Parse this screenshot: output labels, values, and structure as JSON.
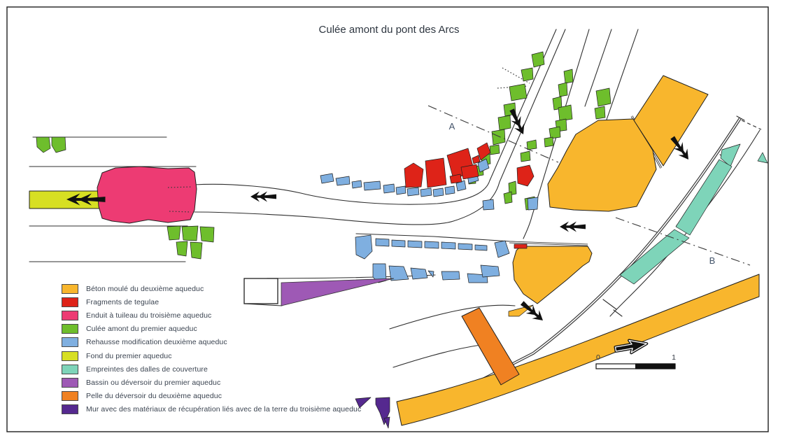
{
  "figure": {
    "title": "Culée amont du pont des Arcs",
    "type_note": "archaeological plan drawing"
  },
  "section_labels": {
    "a": "A",
    "b": "B"
  },
  "scale_bar": {
    "start": "0",
    "end": "1"
  },
  "icons": {
    "flow_arrow": "double-chevron-flow-arrow",
    "north_arrow": "block-north-arrow"
  },
  "legend": {
    "items": [
      {
        "label": "Béton moulé du deuxième aqueduc",
        "color": "#F8B62D"
      },
      {
        "label": "Fragments de tegulae",
        "color": "#DE2318"
      },
      {
        "label": "Enduit à tuileau du troisième aqueduc",
        "color": "#ED3B73"
      },
      {
        "label": "Culée amont du premier aqueduc",
        "color": "#6EBE2C"
      },
      {
        "label": "Rehausse modification deuxième aqueduc",
        "color": "#7FAFE0"
      },
      {
        "label": "Fond du premier aqueduc",
        "color": "#D7DF23"
      },
      {
        "label": "Empreintes des dalles de couverture",
        "color": "#7ED4B9"
      },
      {
        "label": "Bassin ou déversoir du premier aqueduc",
        "color": "#9E59B5"
      },
      {
        "label": "Pelle du déversoir du deuxième aqueduc",
        "color": "#F08122"
      },
      {
        "label": "Mur avec des matériaux de récupération liés avec de la terre du troisième aqueduc",
        "color": "#55298F"
      }
    ]
  },
  "map": {
    "line_color": "#2f2f2f",
    "text_color": "#2e3640",
    "section_label_color": "#44546A"
  }
}
